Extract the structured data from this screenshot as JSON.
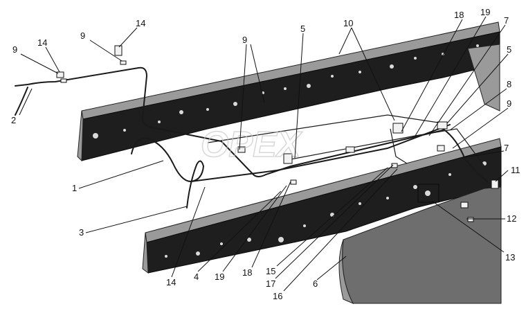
{
  "watermark": "OPEX",
  "callouts": [
    {
      "id": "c-9-left",
      "text": "9"
    },
    {
      "id": "c-14-left",
      "text": "14"
    },
    {
      "id": "c-9-mid",
      "text": "9"
    },
    {
      "id": "c-14-top",
      "text": "14"
    },
    {
      "id": "c-2",
      "text": "2"
    },
    {
      "id": "c-9-frame",
      "text": "9"
    },
    {
      "id": "c-5-top",
      "text": "5"
    },
    {
      "id": "c-10",
      "text": "10"
    },
    {
      "id": "c-18-top",
      "text": "18"
    },
    {
      "id": "c-19-top",
      "text": "19"
    },
    {
      "id": "c-7-top",
      "text": "7"
    },
    {
      "id": "c-5-right",
      "text": "5"
    },
    {
      "id": "c-8",
      "text": "8"
    },
    {
      "id": "c-9-right",
      "text": "9"
    },
    {
      "id": "c-7-mid",
      "text": "7"
    },
    {
      "id": "c-11",
      "text": "11"
    },
    {
      "id": "c-1",
      "text": "1"
    },
    {
      "id": "c-12",
      "text": "12"
    },
    {
      "id": "c-3",
      "text": "3"
    },
    {
      "id": "c-13",
      "text": "13"
    },
    {
      "id": "c-14-bottom",
      "text": "14"
    },
    {
      "id": "c-4",
      "text": "4"
    },
    {
      "id": "c-19-bottom",
      "text": "19"
    },
    {
      "id": "c-18-bottom",
      "text": "18"
    },
    {
      "id": "c-15",
      "text": "15"
    },
    {
      "id": "c-17",
      "text": "17"
    },
    {
      "id": "c-16",
      "text": "16"
    },
    {
      "id": "c-6",
      "text": "6"
    }
  ]
}
